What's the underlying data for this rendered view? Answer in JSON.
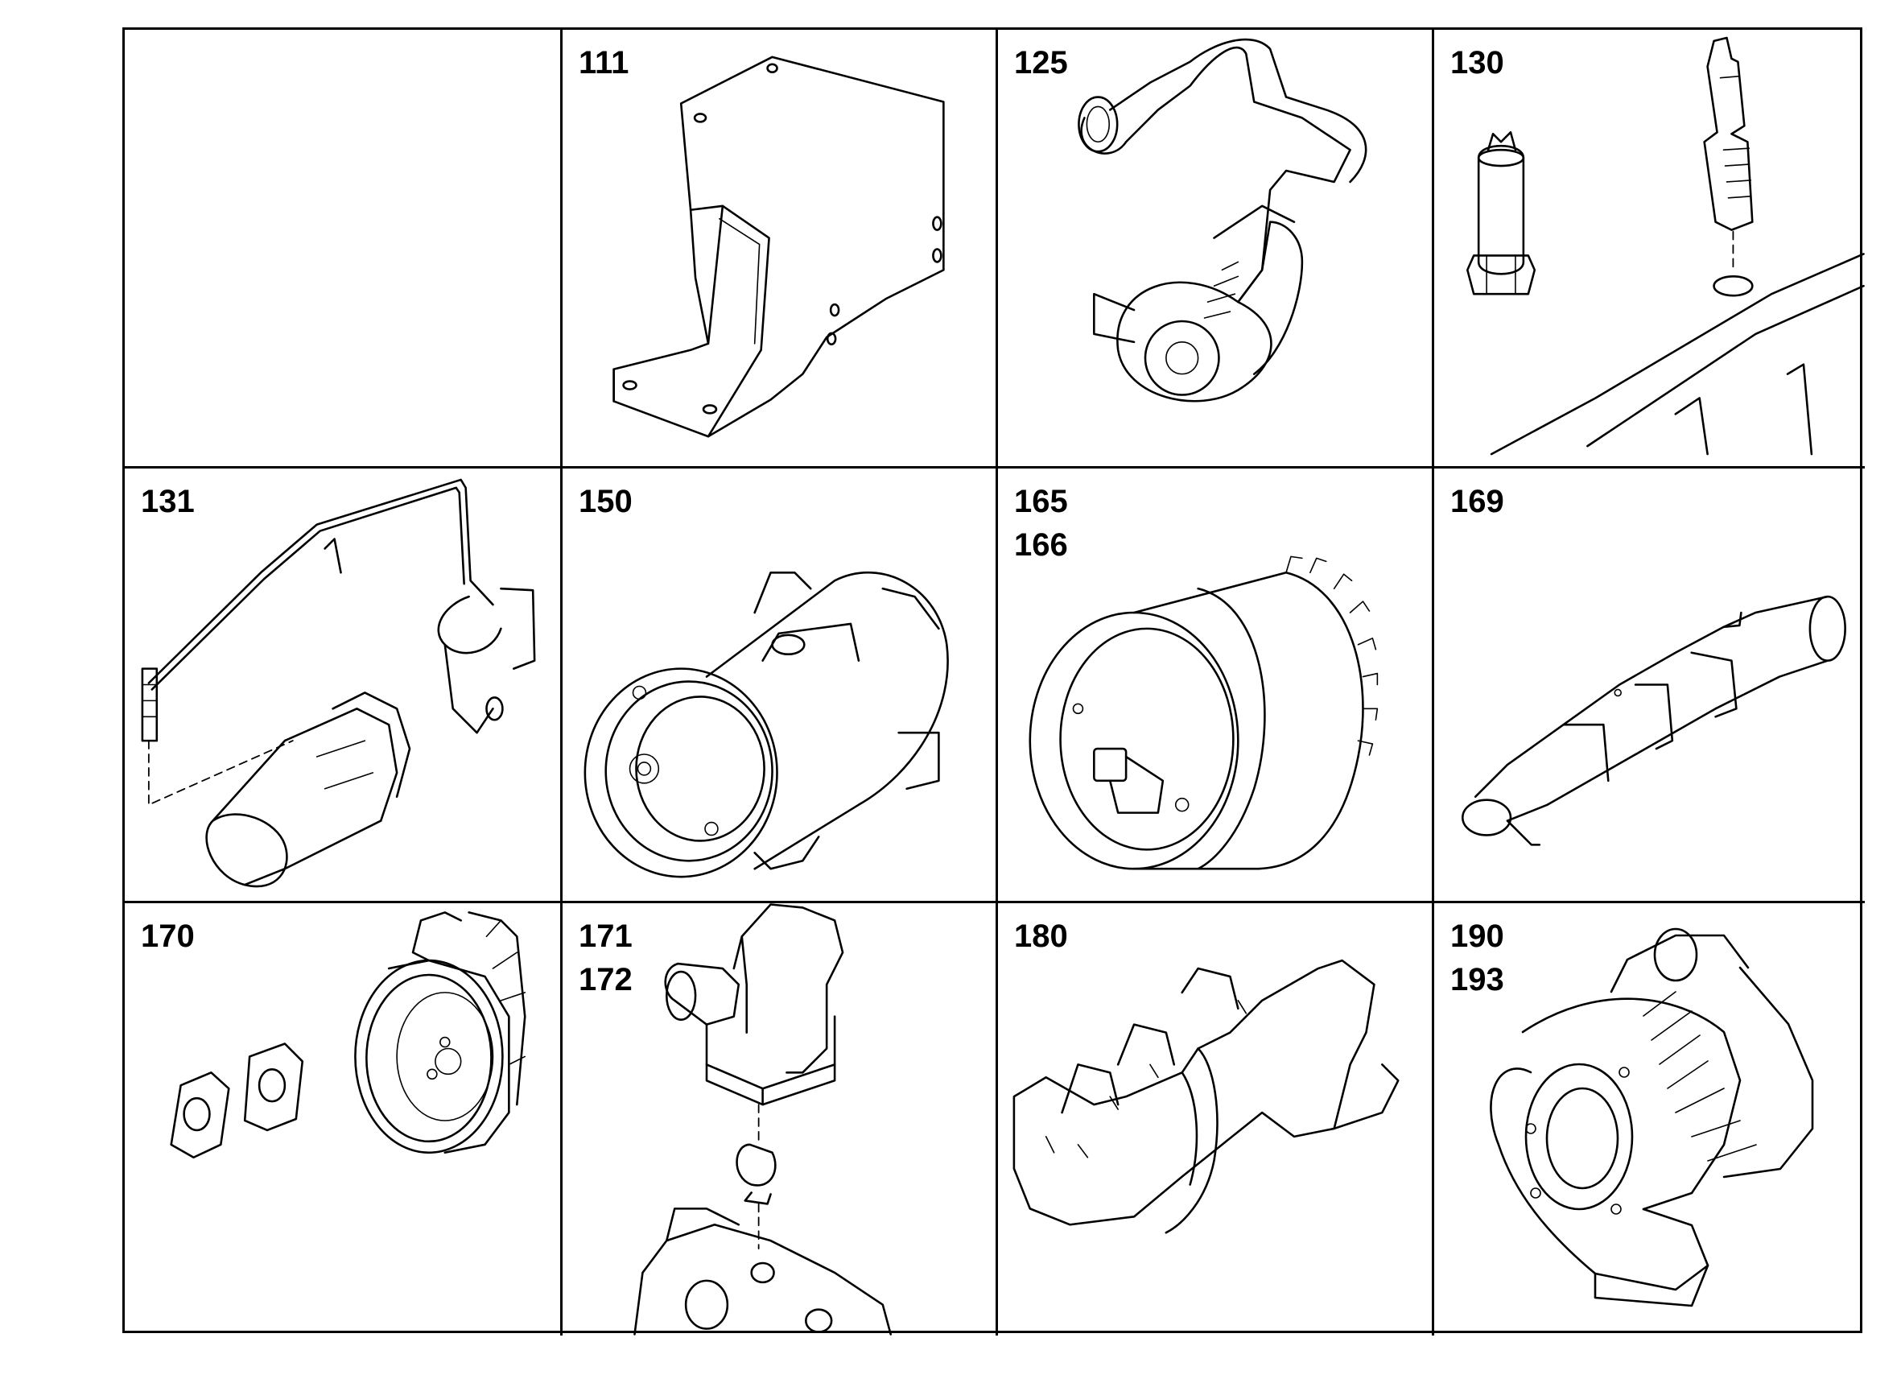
{
  "cells": [
    {
      "labels": [],
      "part_icon": "empty-cell"
    },
    {
      "labels": [
        "111"
      ],
      "part_icon": "mounting-bracket-icon"
    },
    {
      "labels": [
        "125"
      ],
      "part_icon": "turbo-pipe-assembly-icon"
    },
    {
      "labels": [
        "130"
      ],
      "part_icon": "sensor-and-switch-icon"
    },
    {
      "labels": [
        "131"
      ],
      "part_icon": "sensor-line-assembly-icon"
    },
    {
      "labels": [
        "150"
      ],
      "part_icon": "ac-compressor-icon"
    },
    {
      "labels": [
        "165",
        "166"
      ],
      "part_icon": "fan-clutch-icon"
    },
    {
      "labels": [
        "169"
      ],
      "part_icon": "exhaust-manifold-icon"
    },
    {
      "labels": [
        "170"
      ],
      "part_icon": "flywheel-housing-icon"
    },
    {
      "labels": [
        "171",
        "172"
      ],
      "part_icon": "thermostat-housing-icon"
    },
    {
      "labels": [
        "180"
      ],
      "part_icon": "manifold-elbow-icon"
    },
    {
      "labels": [
        "190",
        "193"
      ],
      "part_icon": "turbocharger-icon"
    }
  ]
}
